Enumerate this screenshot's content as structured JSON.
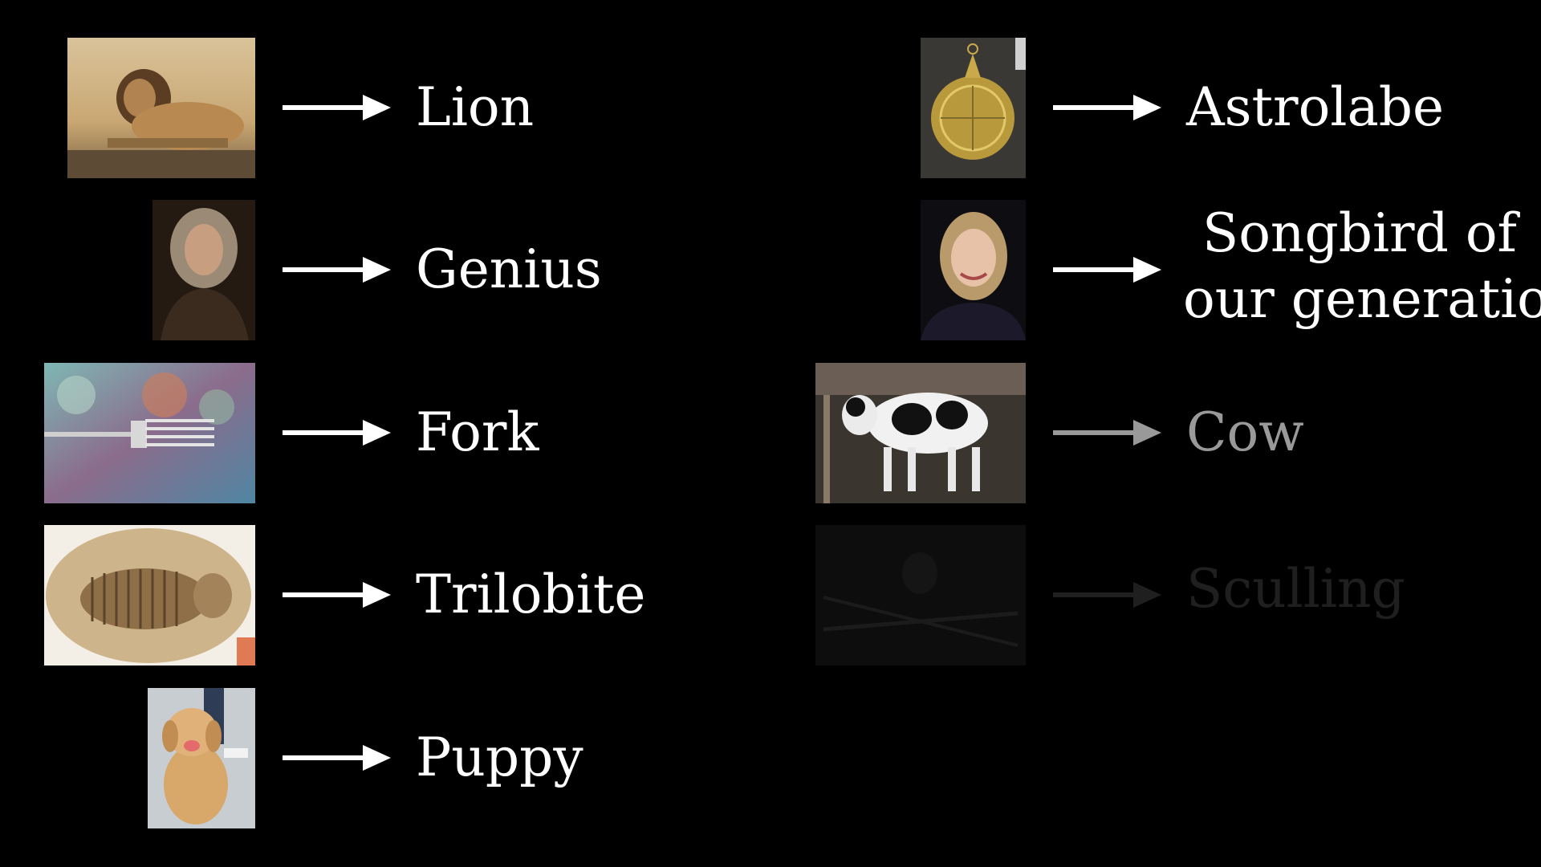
{
  "left_column": [
    {
      "label": "Lion"
    },
    {
      "label": "Genius"
    },
    {
      "label": "Fork"
    },
    {
      "label": "Trilobite"
    },
    {
      "label": "Puppy"
    }
  ],
  "right_column": [
    {
      "label": "Astrolabe"
    },
    {
      "label_line1": "Songbird of",
      "label_line2": "our generation"
    },
    {
      "label": "Cow",
      "opacity": 0.6
    },
    {
      "label": "Sculling",
      "opacity": 0.12
    }
  ],
  "colors": {
    "background": "#000000",
    "text": "#ffffff",
    "arrow": "#ffffff"
  }
}
